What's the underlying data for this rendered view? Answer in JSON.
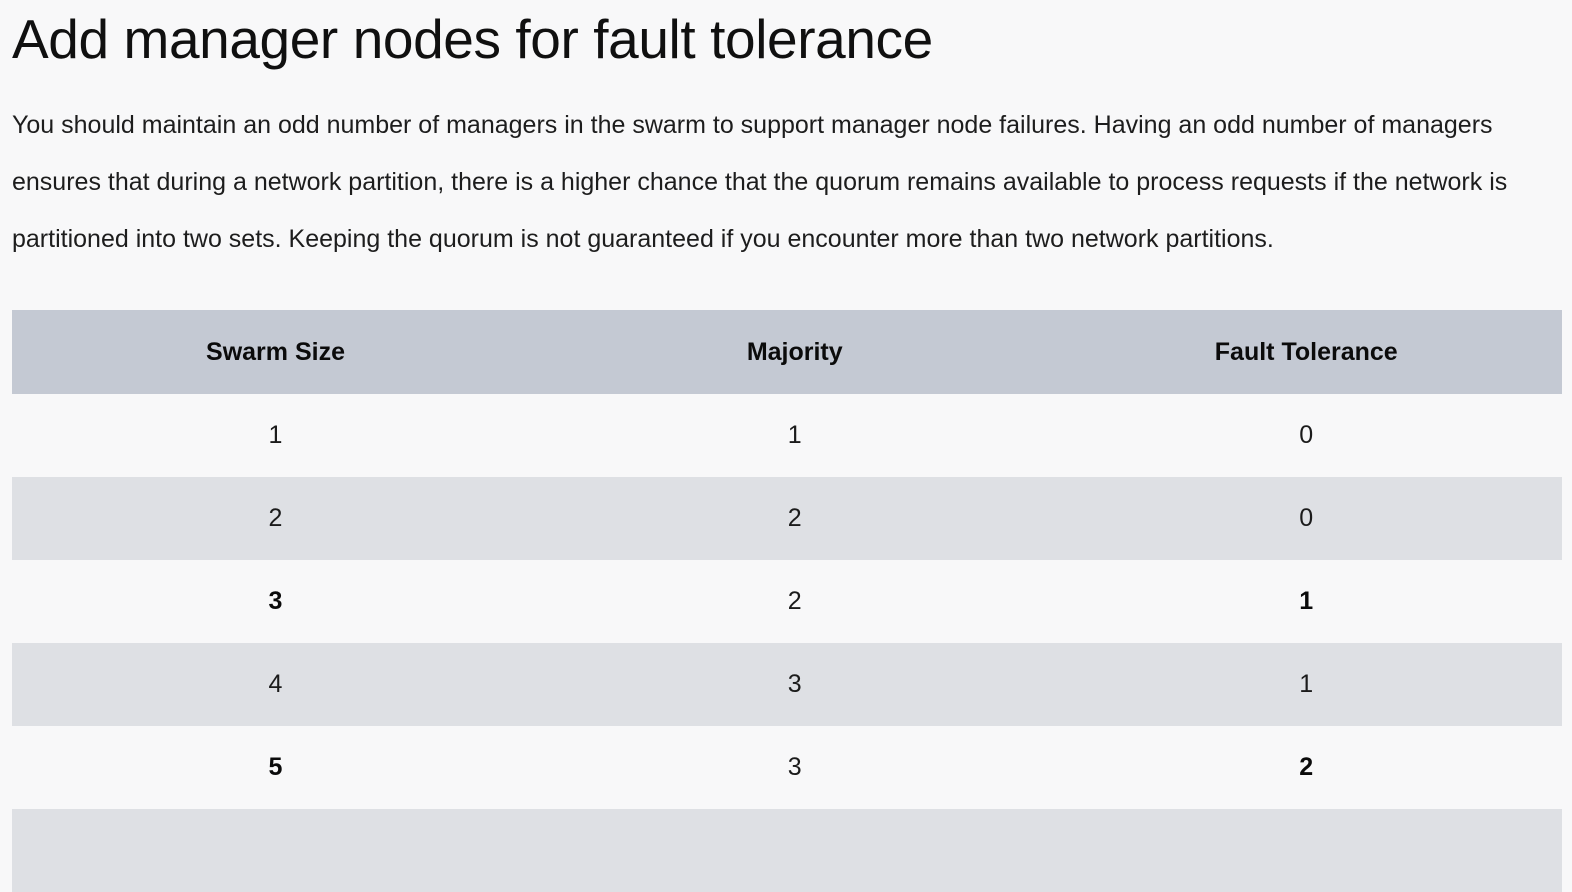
{
  "document": {
    "title": "Add manager nodes for fault tolerance",
    "paragraph": "You should maintain an odd number of managers in the swarm to support manager node failures. Having an odd number of managers ensures that during a network partition, there is a higher chance that the quorum remains available to process requests if the network is partitioned into two sets. Keeping the quorum is not guaranteed if you encounter more than two network partitions."
  },
  "table": {
    "headers": [
      "Swarm Size",
      "Majority",
      "Fault Tolerance"
    ],
    "rows": [
      {
        "swarm_size": "1",
        "majority": "1",
        "fault_tolerance": "0",
        "emphasis": false
      },
      {
        "swarm_size": "2",
        "majority": "2",
        "fault_tolerance": "0",
        "emphasis": false
      },
      {
        "swarm_size": "3",
        "majority": "2",
        "fault_tolerance": "1",
        "emphasis": true
      },
      {
        "swarm_size": "4",
        "majority": "3",
        "fault_tolerance": "1",
        "emphasis": false
      },
      {
        "swarm_size": "5",
        "majority": "3",
        "fault_tolerance": "2",
        "emphasis": true
      },
      {
        "swarm_size": "",
        "majority": "",
        "fault_tolerance": "",
        "emphasis": false
      }
    ]
  },
  "colors": {
    "page_background": "#f8f8f9",
    "header_background": "#c4c9d3",
    "stripe_background": "#dee0e4",
    "text": "#1b1b1b"
  }
}
